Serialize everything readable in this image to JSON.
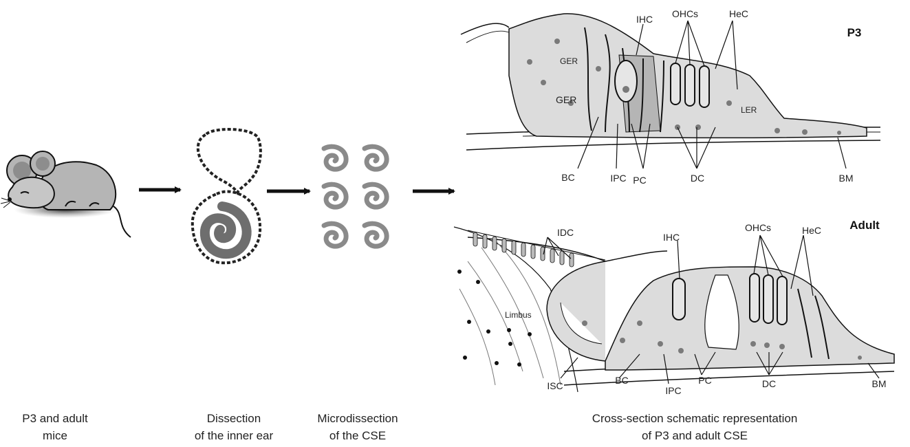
{
  "steps": [
    {
      "line1": "P3 and adult",
      "line2": "mice"
    },
    {
      "line1": "Dissection",
      "line2": "of the inner ear"
    },
    {
      "line1": "Microdissection",
      "line2": "of the CSE"
    },
    {
      "line1": "Cross-section schematic representation",
      "line2": "of P3 and adult CSE"
    }
  ],
  "p3": {
    "stage": "P3",
    "labels": {
      "ihc": "IHC",
      "ohcs": "OHCs",
      "hec": "HeC",
      "ger_top": "GER",
      "ger_bottom": "GER",
      "ler": "LER",
      "bc": "BC",
      "ipc": "IPC",
      "pc": "PC",
      "dc": "DC",
      "bm": "BM"
    }
  },
  "adult": {
    "stage": "Adult",
    "labels": {
      "idc": "IDC",
      "ihc": "IHC",
      "ohcs": "OHCs",
      "hec": "HeC",
      "limbus": "Limbus",
      "isc": "ISC",
      "bc": "BC",
      "ipc": "IPC",
      "pc": "PC",
      "dc": "DC",
      "bm": "BM"
    }
  },
  "colors": {
    "line": "#1a1a1a",
    "cell_fill": "#dcdcdc",
    "nucleus": "#7a7a7a",
    "coil": "#8a8a8a",
    "mouse": "#b5b5b5"
  }
}
